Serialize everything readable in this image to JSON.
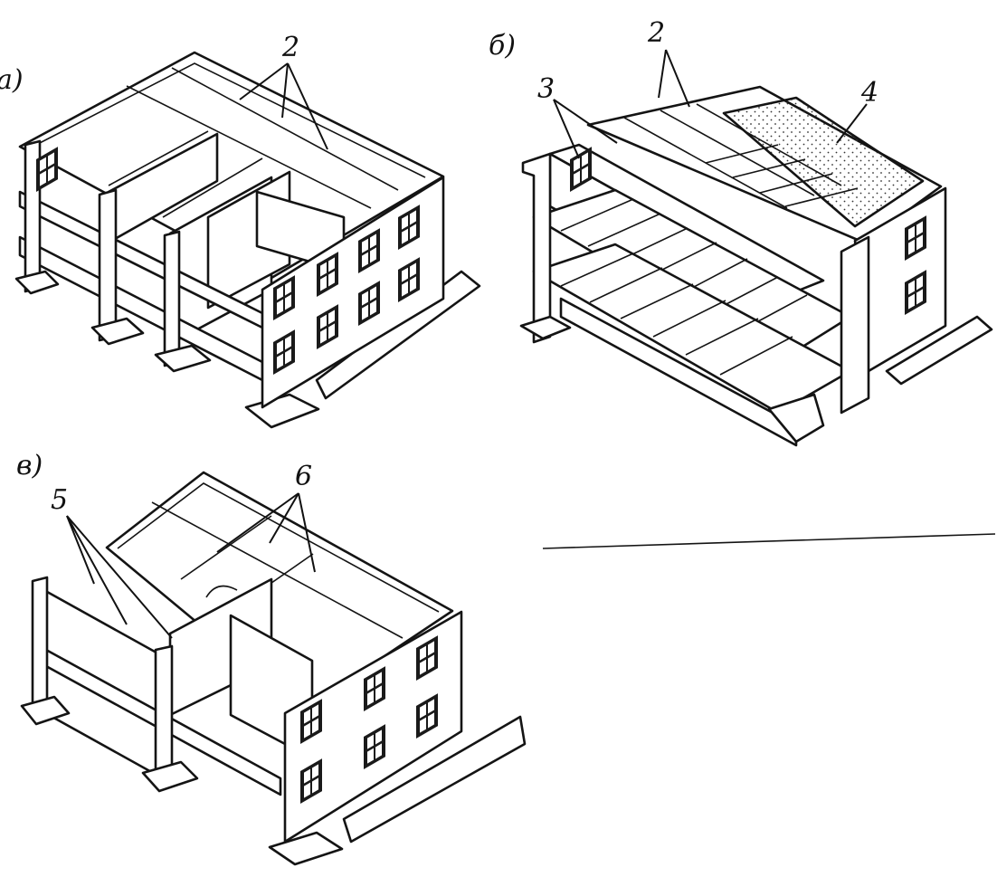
{
  "figure": {
    "panels": [
      {
        "id": "a",
        "label": "а)"
      },
      {
        "id": "b",
        "label": "б)"
      },
      {
        "id": "v",
        "label": "в)"
      }
    ],
    "callouts": {
      "a_2": "2",
      "b_2": "2",
      "b_3": "3",
      "b_4": "4",
      "v_5": "5",
      "v_6": "6"
    }
  }
}
